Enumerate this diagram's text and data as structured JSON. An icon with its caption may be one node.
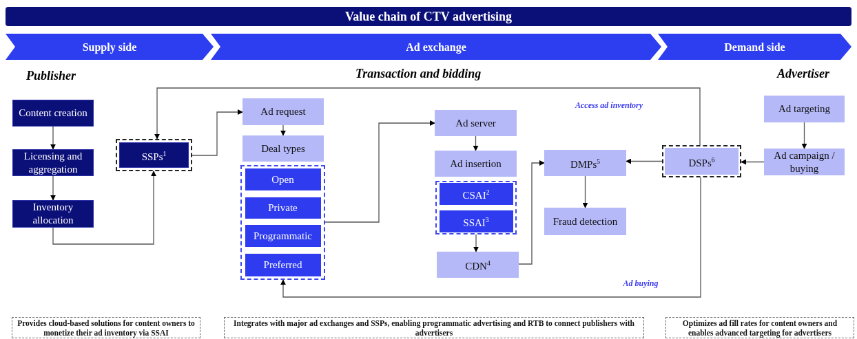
{
  "diagram": {
    "title": "Value chain of CTV advertising",
    "nodes": [
      {
        "text": [
          "Supply side"
        ]
      },
      {
        "text": [
          "Ad exchange"
        ]
      },
      {
        "text": [
          "Demand side"
        ]
      },
      {
        "text": [
          "Content creation"
        ]
      },
      {
        "text": [
          "Licensing and aggregation"
        ]
      },
      {
        "text": [
          "Inventory allocation"
        ]
      },
      {
        "text": [],
        "shape": "box"
      },
      {
        "text": [
          "SSPs$^{1}$"
        ],
        "in": 6
      },
      {
        "text": [
          "Ad request"
        ]
      },
      {
        "text": [
          "Deal types"
        ]
      },
      {
        "text": [],
        "shape": "box"
      },
      {
        "text": [
          "Open"
        ],
        "in": 10
      },
      {
        "text": [
          "Private"
        ],
        "in": 10
      },
      {
        "text": [
          "Programmatic"
        ],
        "in": 10
      },
      {
        "text": [
          "Preferred"
        ],
        "in": 10
      },
      {
        "text": [
          "Ad server"
        ]
      },
      {
        "text": [
          "Ad insertion"
        ]
      },
      {
        "text": [],
        "shape": "box"
      },
      {
        "text": [
          "CSAI$^{2}$"
        ],
        "in": 17
      },
      {
        "text": [
          "SSAI$^{3}$"
        ],
        "in": 17
      },
      {
        "text": [
          "CDN$^{4}$"
        ]
      },
      {
        "text": [
          "DMPs$^{5}$"
        ]
      },
      {
        "text": [
          "Fraud detection"
        ]
      },
      {
        "text": [],
        "shape": "box"
      },
      {
        "text": [
          "DSPs$^{6}$"
        ],
        "in": 23
      },
      {
        "text": [
          "Ad targeting"
        ]
      },
      {
        "text": [
          "Ad campaign / buying"
        ]
      },
      {
        "text": [
          "Provides cloud-based solutions for content owners to monetize their ad inventory via SSAI"
        ]
      },
      {
        "text": [
          "Integrates with major ad exchanges and SSPs, enabling programmatic advertising and RTB to connect publishers with advertisers"
        ]
      },
      {
        "text": [
          "Optimizes ad fill rates for content owners and enables advanced targeting for advertisers"
        ]
      }
    ],
    "edges": [
      {
        "from": 3,
        "to": 4,
        "arrow": "to"
      },
      {
        "from": 4,
        "to": 5,
        "arrow": "to"
      },
      {
        "from": 5,
        "to": 6,
        "arrow": "to"
      },
      {
        "from": 6,
        "to": 8,
        "arrow": "to"
      },
      {
        "from": 8,
        "to": 9,
        "arrow": "to"
      },
      {
        "from": 23,
        "to": 6,
        "arrow": "to",
        "label": "Access ad inventory"
      },
      {
        "from": 10,
        "to": 15,
        "arrow": "to"
      },
      {
        "from": 15,
        "to": 16,
        "arrow": "to"
      },
      {
        "from": 17,
        "to": 20,
        "arrow": "to"
      },
      {
        "from": 20,
        "to": 21,
        "arrow": "to"
      },
      {
        "from": 21,
        "to": 22,
        "arrow": "to"
      },
      {
        "from": 23,
        "to": 21,
        "arrow": "to"
      },
      {
        "from": 26,
        "to": 23,
        "arrow": "to"
      },
      {
        "from": 25,
        "to": 26,
        "arrow": "to"
      },
      {
        "from": 23,
        "to": 10,
        "arrow": "to",
        "label": "Ad buying"
      }
    ],
    "labels": [
      "Publisher",
      "Transaction and bidding",
      "Advertiser"
    ]
  }
}
